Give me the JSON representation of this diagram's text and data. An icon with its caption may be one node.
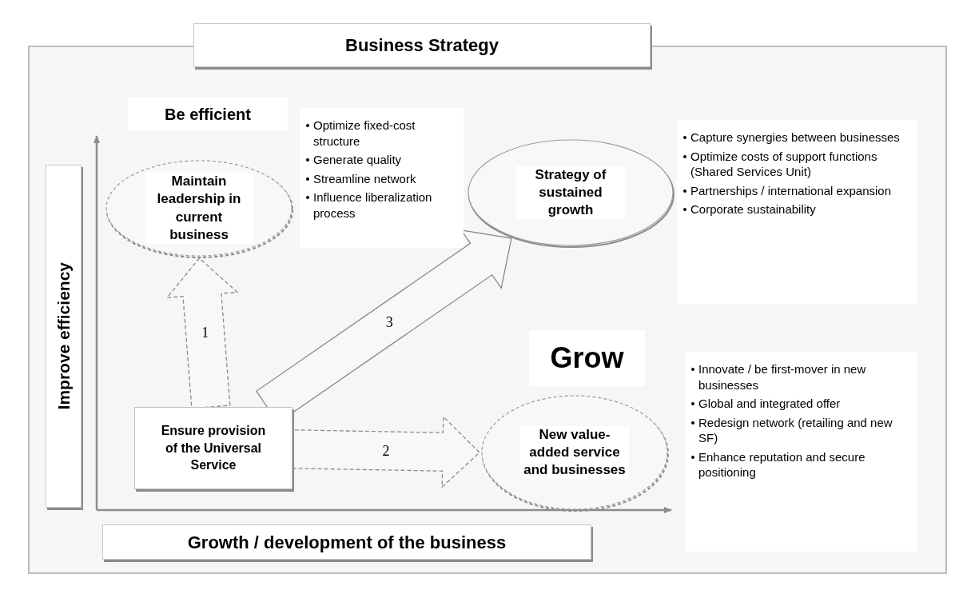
{
  "diagram": {
    "nodes": [
      {
        "text": [
          "Business Strategy"
        ]
      },
      {
        "text": [
          "Improve efficiency"
        ]
      },
      {
        "text": [
          "Maintain leadership in current business"
        ]
      },
      {
        "text": [
          "Optimize fixed-cost structure",
          "Generate quality",
          "Streamline network",
          "Influence liberalization process"
        ]
      },
      {
        "text": [
          "Strategy of sustained growth"
        ]
      },
      {
        "text": [
          "Capture synergies between businesses",
          "Optimize costs of support functions (Shared Services Unit)",
          "Partnerships / international expansion",
          "Corporate sustainability"
        ]
      },
      {
        "text": [
          "Innovate / be first-mover in new businesses",
          "Global and integrated offer",
          "Redesign network (retailing and new SF)",
          "Enhance reputation and secure positioning"
        ]
      },
      {
        "text": [
          "Ensure provision of the Universal Service"
        ]
      },
      {
        "text": [
          "New value-added service and businesses"
        ]
      },
      {
        "text": [
          "Growth / development of the business"
        ]
      }
    ],
    "edges": [
      {
        "from": 7,
        "to": 2,
        "arrow": "to",
        "label": "1",
        "style": "dashed"
      },
      {
        "from": 7,
        "to": 8,
        "arrow": "to",
        "label": "2",
        "style": "dashed"
      },
      {
        "from": 7,
        "to": 4,
        "arrow": "to",
        "label": "3"
      }
    ],
    "labels": [
      "Be efficient",
      "Grow"
    ]
  }
}
